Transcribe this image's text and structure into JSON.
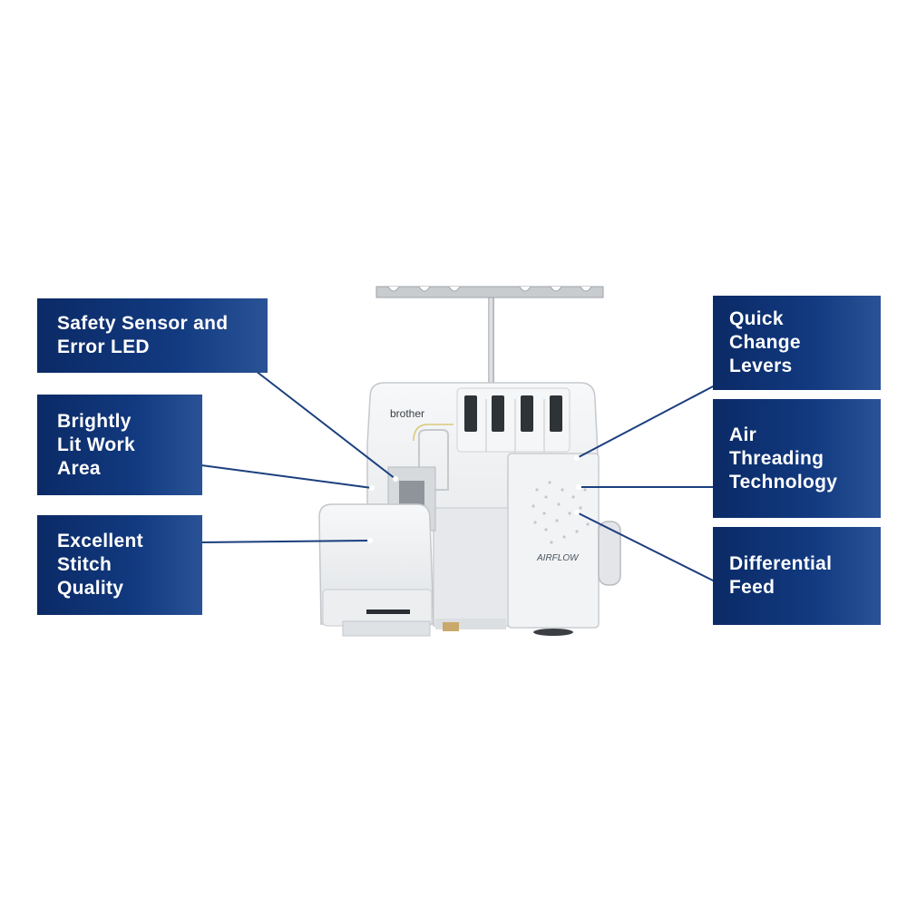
{
  "callouts": {
    "safety": [
      "Safety Sensor and",
      "Error LED"
    ],
    "lit": [
      "Brightly",
      "Lit Work",
      "Area"
    ],
    "stitch": [
      "Excellent",
      "Stitch",
      "Quality"
    ],
    "levers": [
      "Quick",
      "Change",
      "Levers"
    ],
    "air": [
      "Air",
      "Threading",
      "Technology"
    ],
    "feed": [
      "Differential",
      "Feed"
    ]
  },
  "machine": {
    "brand": "brother",
    "model_mark": "AIRFLOW"
  },
  "colors": {
    "callout_bg": "#123a80",
    "leader_line": "#1b3f7e",
    "machine_body": "#eef0f2"
  }
}
